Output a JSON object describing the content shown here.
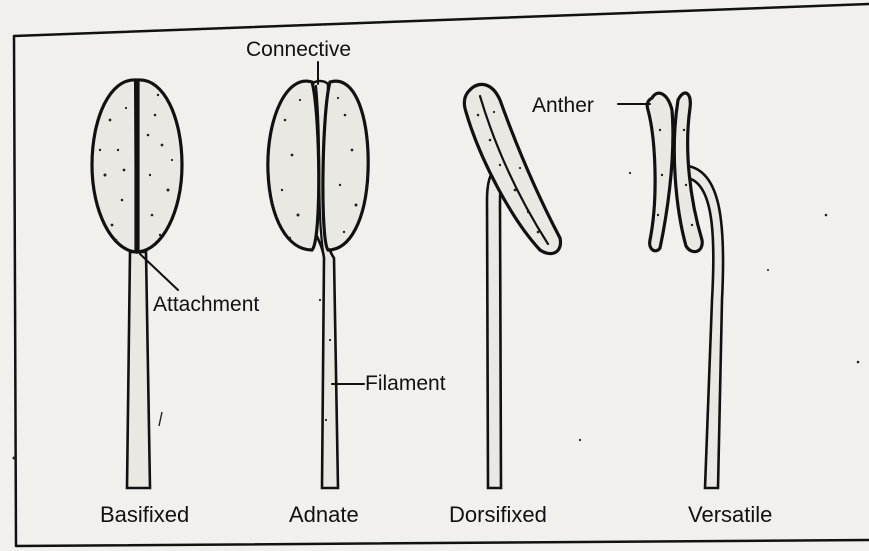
{
  "labels": {
    "connective": "Connective",
    "anther": "Anther",
    "attachment": "Attachment",
    "filament": "Filament"
  },
  "types": {
    "basifixed": "Basifixed",
    "adnate": "Adnate",
    "dorsifixed": "Dorsifixed",
    "versatile": "Versatile"
  }
}
